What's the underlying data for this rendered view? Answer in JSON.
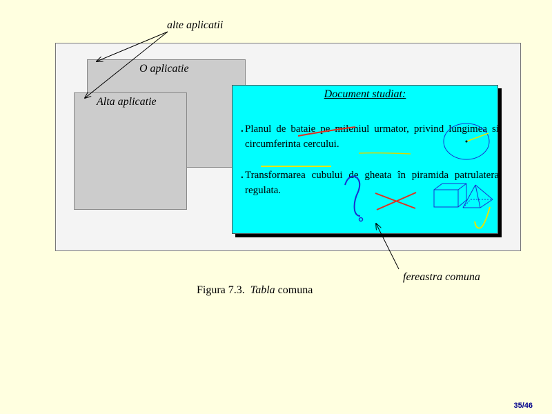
{
  "labels": {
    "alte_aplicatii": "alte aplicatii",
    "fereastra_comuna": "fereastra comuna"
  },
  "apps": {
    "o_aplicatie": "O aplicatie",
    "alta_aplicatie": "Alta aplicatie"
  },
  "document": {
    "title": "Document studiat:",
    "bullet1": "Planul de bataie pe mileniul urmator, privind lungimea si circumferinta cercului.",
    "bullet2": "Transformarea cubului de gheata în piramida patrulatera regulata."
  },
  "caption": {
    "figure": "Figura 7.3.",
    "italic": "Tabla",
    "rest": "comuna"
  },
  "page_number": "35/46",
  "colors": {
    "background": "#ffffe0",
    "document": "#00ffff",
    "red_mark": "#e03020",
    "yellow_mark": "#ffff00",
    "blue_mark": "#1a2fd0"
  }
}
